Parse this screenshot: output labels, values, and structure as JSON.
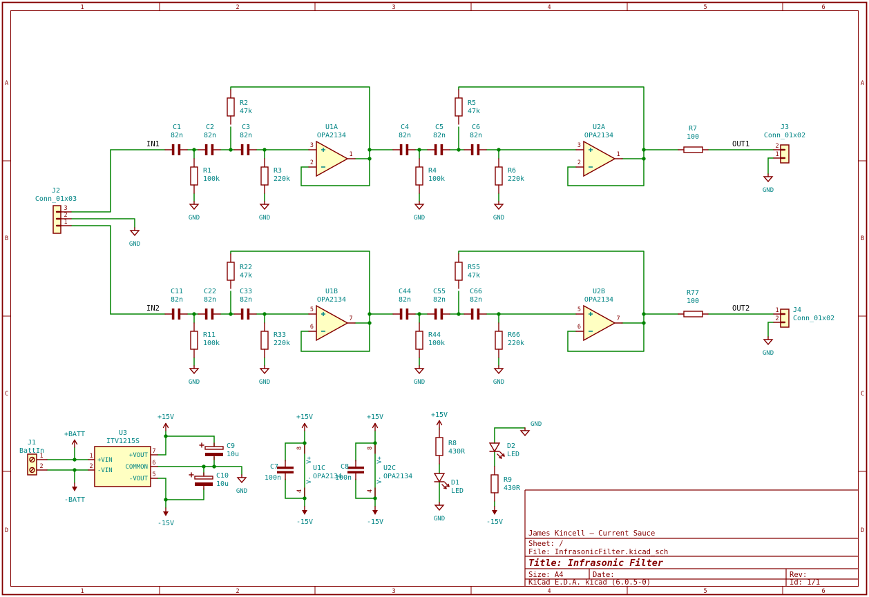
{
  "colors": {
    "wire": "#008400",
    "symbol": "#840000",
    "label": "#008484",
    "fill": "#FFFFC2",
    "net_label": "#000000",
    "frame": "#840000"
  },
  "sheet_frame": {
    "cols": [
      "1",
      "2",
      "3",
      "4",
      "5",
      "6"
    ],
    "rows": [
      "A",
      "B",
      "C",
      "D"
    ]
  },
  "title_block": {
    "owner": "James Kincell – Current Sauce",
    "sheet": "Sheet: /",
    "file": "File: InfrasonicFilter.kicad_sch",
    "title": "Title: Infrasonic Filter",
    "size": "Size: A4",
    "date": "Date:",
    "rev": "Rev:",
    "tool": "KiCad E.D.A.  kicad (6.0.5-0)",
    "id": "Id: 1/1"
  },
  "nets": {
    "in1": "IN1",
    "in2": "IN2",
    "out1": "OUT1",
    "out2": "OUT2"
  },
  "power": {
    "p15": "+15V",
    "n15": "-15V",
    "gnd": "GND",
    "pbatt": "+BATT",
    "nbatt": "-BATT"
  },
  "comps": {
    "C1": {
      "ref": "C1",
      "val": "82n"
    },
    "C2": {
      "ref": "C2",
      "val": "82n"
    },
    "C3": {
      "ref": "C3",
      "val": "82n"
    },
    "C4": {
      "ref": "C4",
      "val": "82n"
    },
    "C5": {
      "ref": "C5",
      "val": "82n"
    },
    "C6": {
      "ref": "C6",
      "val": "82n"
    },
    "C11": {
      "ref": "C11",
      "val": "82n"
    },
    "C22": {
      "ref": "C22",
      "val": "82n"
    },
    "C33": {
      "ref": "C33",
      "val": "82n"
    },
    "C44": {
      "ref": "C44",
      "val": "82n"
    },
    "C55": {
      "ref": "C55",
      "val": "82n"
    },
    "C66": {
      "ref": "C66",
      "val": "82n"
    },
    "R1": {
      "ref": "R1",
      "val": "100k"
    },
    "R2": {
      "ref": "R2",
      "val": "47k"
    },
    "R3": {
      "ref": "R3",
      "val": "220k"
    },
    "R4": {
      "ref": "R4",
      "val": "100k"
    },
    "R5": {
      "ref": "R5",
      "val": "47k"
    },
    "R6": {
      "ref": "R6",
      "val": "220k"
    },
    "R7": {
      "ref": "R7",
      "val": "100"
    },
    "R11": {
      "ref": "R11",
      "val": "100k"
    },
    "R22": {
      "ref": "R22",
      "val": "47k"
    },
    "R33": {
      "ref": "R33",
      "val": "220k"
    },
    "R44": {
      "ref": "R44",
      "val": "100k"
    },
    "R55": {
      "ref": "R55",
      "val": "47k"
    },
    "R66": {
      "ref": "R66",
      "val": "220k"
    },
    "R77": {
      "ref": "R77",
      "val": "100"
    },
    "R8": {
      "ref": "R8",
      "val": "430R"
    },
    "R9": {
      "ref": "R9",
      "val": "430R"
    },
    "C7": {
      "ref": "C7",
      "val": "100n"
    },
    "C8": {
      "ref": "C8",
      "val": "100n"
    },
    "C9": {
      "ref": "C9",
      "val": "10u"
    },
    "C10": {
      "ref": "C10",
      "val": "10u"
    },
    "U1A": {
      "ref": "U1A",
      "val": "OPA2134",
      "pin_p": "3",
      "pin_n": "2",
      "pin_o": "1"
    },
    "U2A": {
      "ref": "U2A",
      "val": "OPA2134",
      "pin_p": "3",
      "pin_n": "2",
      "pin_o": "1"
    },
    "U1B": {
      "ref": "U1B",
      "val": "OPA2134",
      "pin_p": "5",
      "pin_n": "6",
      "pin_o": "7"
    },
    "U2B": {
      "ref": "U2B",
      "val": "OPA2134",
      "pin_p": "5",
      "pin_n": "6",
      "pin_o": "7"
    },
    "U1C": {
      "ref": "U1C",
      "val": "OPA2134",
      "pin_top": "8",
      "pin_bot": "4",
      "name_top": "V+",
      "name_bot": "V-"
    },
    "U2C": {
      "ref": "U2C",
      "val": "OPA2134",
      "pin_top": "8",
      "pin_bot": "4",
      "name_top": "V+",
      "name_bot": "V-"
    },
    "U3": {
      "ref": "U3",
      "val": "ITV1215S",
      "pin1": "1",
      "pin2": "2",
      "pin7": "7",
      "pin6": "6",
      "pin5": "5",
      "n_vin_p": "+VIN",
      "n_vin_n": "-VIN",
      "n_vout_p": "+VOUT",
      "n_com": "COMMON",
      "n_vout_n": "-VOUT"
    },
    "J1": {
      "ref": "J1",
      "val": "BattIn",
      "p1": "1",
      "p2": "2"
    },
    "J2": {
      "ref": "J2",
      "val": "Conn_01x03",
      "p1": "1",
      "p2": "2",
      "p3": "3"
    },
    "J3": {
      "ref": "J3",
      "val": "Conn_01x02",
      "p1": "1",
      "p2": "2"
    },
    "J4": {
      "ref": "J4",
      "val": "Conn_01x02",
      "p1": "1",
      "p2": "2"
    },
    "D1": {
      "ref": "D1",
      "val": "LED"
    },
    "D2": {
      "ref": "D2",
      "val": "LED"
    }
  }
}
